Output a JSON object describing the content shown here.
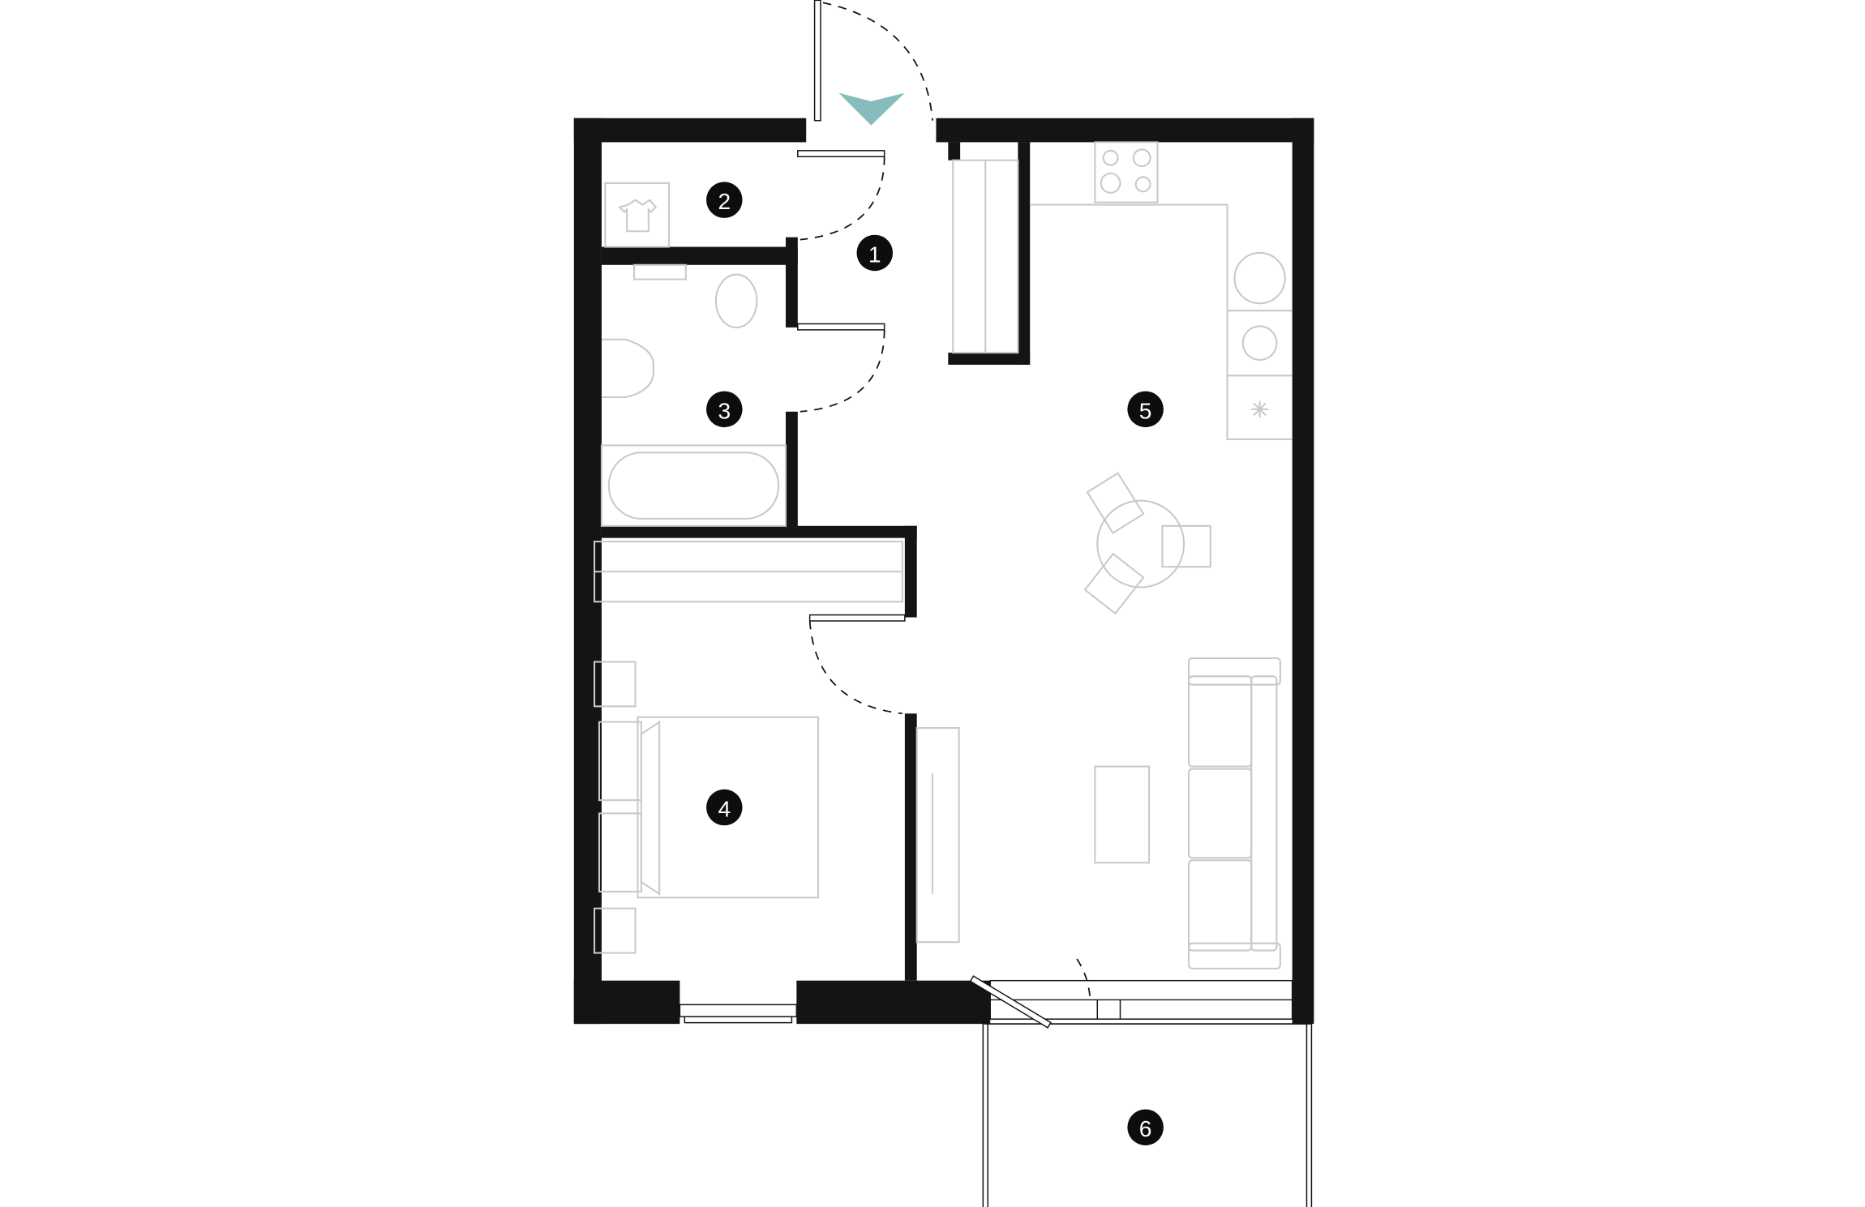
{
  "plan": {
    "colors": {
      "wall": "#141414",
      "furniture": "#c9c9c9",
      "entrance_marker": "#86bcbe",
      "label_badge": "#0d0d0d"
    },
    "entrance_icon": "entrance-arrow-icon",
    "rooms": [
      {
        "id": "hall",
        "label": "1"
      },
      {
        "id": "wardrobe",
        "label": "2"
      },
      {
        "id": "bathroom",
        "label": "3"
      },
      {
        "id": "bedroom",
        "label": "4"
      },
      {
        "id": "living-kitchen",
        "label": "5"
      },
      {
        "id": "balcony",
        "label": "6"
      }
    ]
  }
}
